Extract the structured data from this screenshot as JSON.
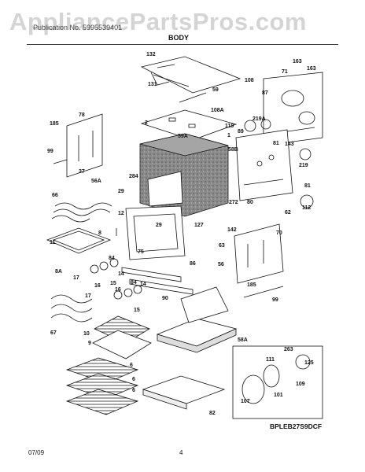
{
  "header": {
    "watermark": "AppliancePartsPros.com",
    "publication": "Publication No. 5995539401",
    "section_title": "BODY"
  },
  "footer": {
    "model": "BPLEB27S9DCF",
    "date": "07/09",
    "page": "4"
  },
  "callouts": [
    "132",
    "131",
    "163",
    "71",
    "163",
    "108",
    "59",
    "87",
    "185",
    "78",
    "2",
    "108A",
    "119",
    "89",
    "219A",
    "143",
    "81",
    "99",
    "56A",
    "59A",
    "1",
    "58B",
    "219",
    "37",
    "284",
    "112",
    "29",
    "81",
    "66",
    "12",
    "272",
    "80",
    "62",
    "8",
    "29",
    "127",
    "70",
    "11",
    "142",
    "75",
    "86",
    "8A",
    "63",
    "84",
    "14",
    "56",
    "17",
    "16",
    "15",
    "185",
    "14",
    "99",
    "84",
    "16",
    "90",
    "17",
    "15",
    "67",
    "10",
    "9",
    "58A",
    "6",
    "263",
    "111",
    "125",
    "6",
    "6",
    "109",
    "101",
    "107",
    "82"
  ],
  "colors": {
    "line": "#111111",
    "shade": "#7a7a7a",
    "watermark": "#d4d4d4"
  }
}
